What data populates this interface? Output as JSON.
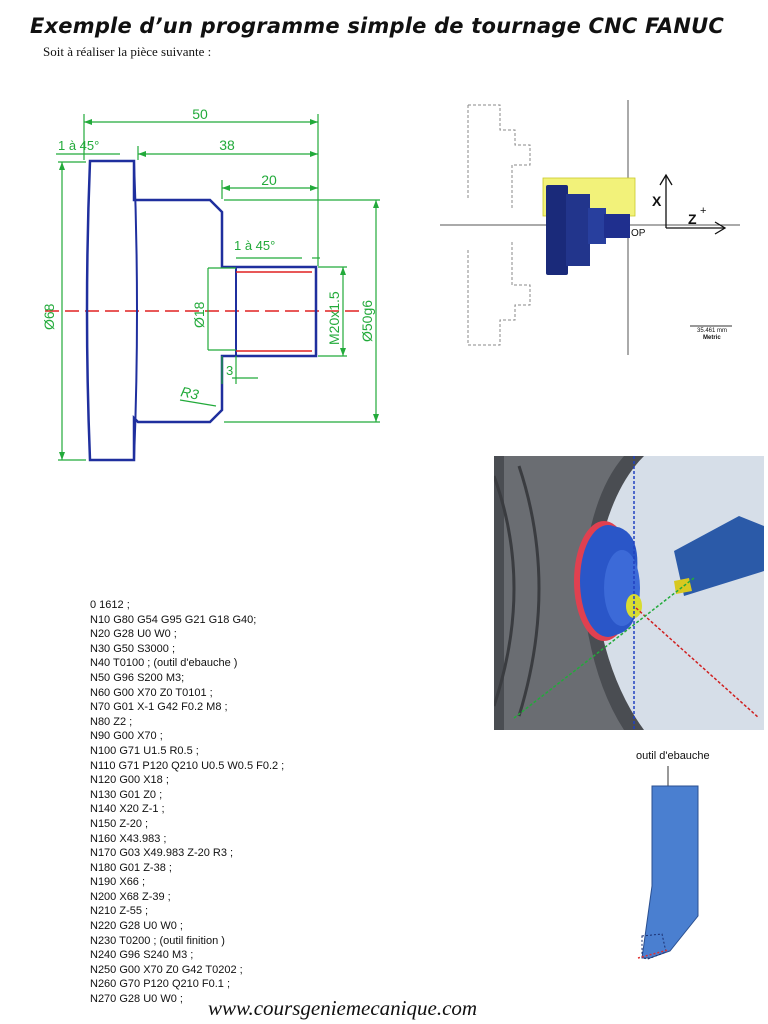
{
  "header": {
    "title": "Exemple d’un programme simple de tournage CNC FANUC",
    "subtitle": "Soit à réaliser la pièce suivante :"
  },
  "drawing": {
    "dim_50": "50",
    "dim_38": "38",
    "dim_20": "20",
    "dim_chamfer_top": "1 à 45°",
    "dim_chamfer_thread": "1 à 45°",
    "dim_dia68": "Ø68",
    "dim_dia18": "Ø18",
    "dim_m20": "M20x1.5",
    "dim_dia50": "Ø50g6",
    "dim_3": "3",
    "dim_r3": "R3"
  },
  "simulation": {
    "axis_x": "X",
    "axis_z": "Z",
    "axis_z_sup": "+",
    "origin": "OP",
    "scale_value": "35.461 mm",
    "scale_unit": "Metric"
  },
  "tool_figure": {
    "label": "outil d'ebauche"
  },
  "program": {
    "lines": [
      "0 1612 ;",
      "N10 G80 G54 G95 G21 G18 G40;",
      "N20 G28 U0 W0 ;",
      "N30 G50 S3000 ;",
      "N40 T0100 ; (outil d'ebauche )",
      "N50 G96 S200 M3;",
      "N60 G00 X70 Z0 T0101 ;",
      "N70 G01 X-1 G42 F0.2 M8 ;",
      "N80 Z2 ;",
      "N90 G00 X70 ;",
      "N100 G71 U1.5 R0.5 ;",
      "N110 G71 P120 Q210 U0.5 W0.5 F0.2 ;",
      "N120 G00 X18 ;",
      "N130 G01 Z0 ;",
      "N140 X20 Z-1 ;",
      "N150 Z-20 ;",
      "N160 X43.983 ;",
      "N170 G03 X49.983 Z-20 R3 ;",
      "N180 G01 Z-38 ;",
      "N190 X66 ;",
      "N200 X68 Z-39 ;",
      "N210 Z-55 ;",
      "N220 G28 U0 W0 ;",
      "N230 T0200 ; (outil finition )",
      "N240 G96 S240 M3 ;",
      "N250 G00 X70 Z0 G42 T0202 ;",
      "N260 G70 P120 Q210 F0.1 ;",
      "N270 G28 U0 W0 ;"
    ]
  },
  "footer": {
    "url": "www.coursgeniemecanique.com"
  },
  "colors": {
    "outline": "#1f2f9e",
    "dimension": "#22aa3a",
    "axis": "#e02020",
    "part_dark": "#1a2a7a",
    "tool_blue": "#4a7fd0"
  }
}
